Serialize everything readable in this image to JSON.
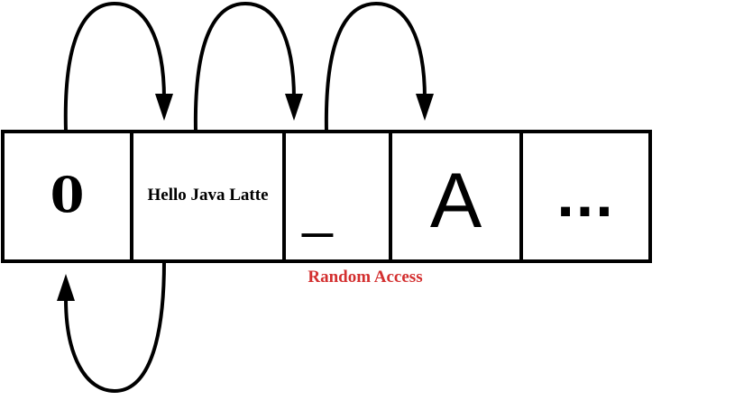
{
  "cells": [
    "0",
    "Hello Java Latte",
    "_",
    "A",
    "..."
  ],
  "caption": "Random Access",
  "colors": {
    "caption": "#d32f2f",
    "stroke": "#000000"
  }
}
